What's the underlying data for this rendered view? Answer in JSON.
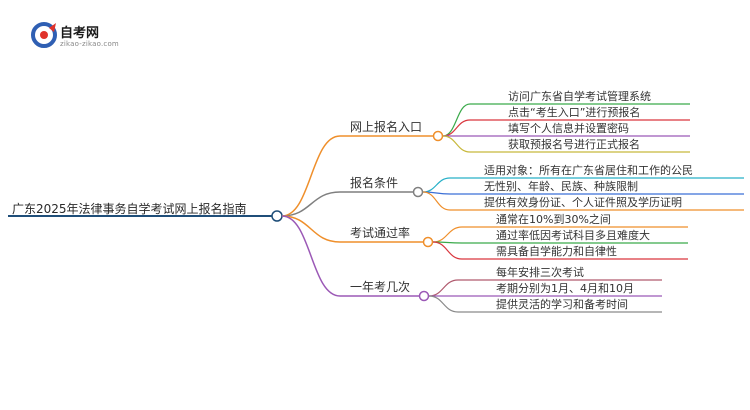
{
  "logo": {
    "title": "自考网",
    "url": "zikao-zikao.com"
  },
  "colors": {
    "root": "#1f4e79",
    "branch_1": "#ef8f2b",
    "branch_2": "#7f7f7f",
    "branch_3": "#ef8f2b",
    "branch_4": "#9b59b6",
    "leaf_1_1": "#3aaa4a",
    "leaf_1_2": "#d9363e",
    "leaf_1_3": "#9b59b6",
    "leaf_1_4": "#c8b93c",
    "leaf_2_1": "#27b0c8",
    "leaf_2_2": "#3b6fd6",
    "leaf_2_3": "#ef8f2b",
    "leaf_3_1": "#ef8f2b",
    "leaf_3_2": "#3aaa4a",
    "leaf_3_3": "#d9363e",
    "leaf_4_1": "#b05a6e",
    "leaf_4_2": "#9b59b6",
    "leaf_4_3": "#8a8a8a"
  },
  "mindmap": {
    "root": "广东2025年法律事务自学考试网上报名指南",
    "branches": [
      {
        "label": "网上报名入口",
        "children": [
          "访问广东省自学考试管理系统",
          "点击“考生入口”进行预报名",
          "填写个人信息并设置密码",
          "获取预报名号进行正式报名"
        ]
      },
      {
        "label": "报名条件",
        "children": [
          "适用对象：所有在广东省居住和工作的公民",
          "无性别、年龄、民族、种族限制",
          "提供有效身份证、个人证件照及学历证明"
        ]
      },
      {
        "label": "考试通过率",
        "children": [
          "通常在10%到30%之间",
          "通过率低因考试科目多且难度大",
          "需具备自学能力和自律性"
        ]
      },
      {
        "label": "一年考几次",
        "children": [
          "每年安排三次考试",
          "考期分别为1月、4月和10月",
          "提供灵活的学习和备考时间"
        ]
      }
    ]
  }
}
